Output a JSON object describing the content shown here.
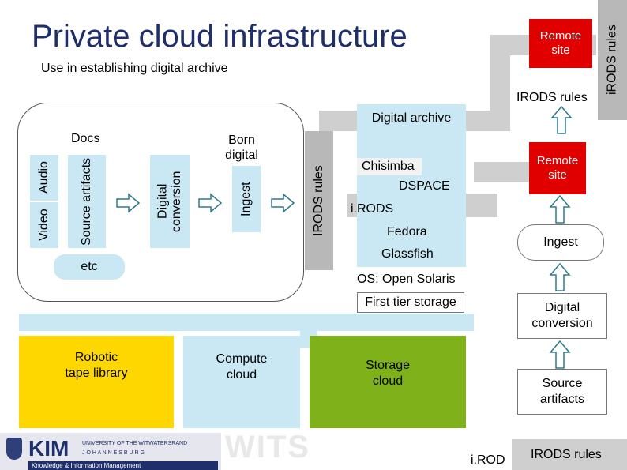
{
  "title": "Private cloud infrastructure",
  "subtitle": "Use in establishing digital archive",
  "top_right": {
    "remote_site": "Remote site",
    "irods_rules_vertical": "iRODS rules",
    "irods_rules": "IRODS rules"
  },
  "left_group": {
    "docs": "Docs",
    "audio": "Audio",
    "video": "Video",
    "source_artifacts": "Source artifacts",
    "digital_conversion": "Digital conversion",
    "born_digital": "Born digital",
    "ingest": "Ingest",
    "etc": "etc",
    "irods_rules": "IRODS rules"
  },
  "stack": {
    "digital_archive": "Digital archive",
    "chisimba": "Chisimba",
    "dspace": "DSPACE",
    "irods": "i.RODS",
    "fedora": "Fedora",
    "glassfish": "Glassfish",
    "os": "OS: Open Solaris",
    "first_tier": "First tier storage"
  },
  "right_column": {
    "remote_site": "Remote site",
    "ingest": "Ingest",
    "digital_conversion": "Digital conversion",
    "source_artifacts": "Source artifacts"
  },
  "bottom": {
    "robotic_tape": "Robotic tape library",
    "compute_cloud": "Compute cloud",
    "storage_cloud": "Storage cloud",
    "irods_partial": "i.ROD",
    "irods_rules": "IRODS rules"
  },
  "footer": {
    "kim": "KIM",
    "university": "UNIVERSITY OF THE WITWATERSRAND",
    "city": "J O H A N N E S B U R G",
    "tagline": "Knowledge & Information Management",
    "wits": "WITS"
  },
  "colors": {
    "title": "#1f2f6b",
    "red": "#e00000",
    "yellow": "#ffd700",
    "green": "#7fb21a",
    "light_blue": "#c9e8f4",
    "grey": "#cfcfcf"
  }
}
